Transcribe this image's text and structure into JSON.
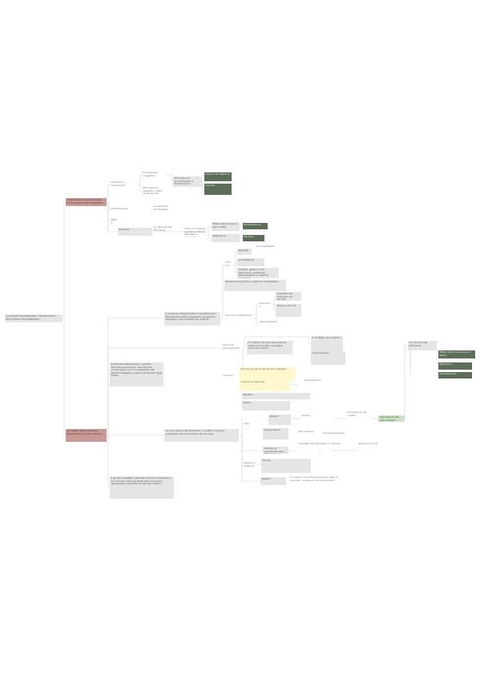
{
  "colors": {
    "line": "#d0d0d0",
    "grey": "#e5e5e5",
    "dark": "#5c6e58",
    "rose": "#c99a95",
    "light": "#cfe2c5",
    "yellow": "#fff8cf"
  },
  "mindmap": {
    "root": "LA LEGGE FALLIMENTARE: ORGANI DELLA PROCEDURA FALLIMENTARE",
    "n1": "Il fallimento come procedura concorsuale di tipo liquidativo",
    "n1a": "Caratteri e presupposti",
    "n1a1": "Presupposto soggettivo",
    "n1a2": "Presupposto oggettivo: stato di insolvenza",
    "n1a3": "Procedura di accertamento e dichiarazione",
    "n1a4": "Istanza del debitore",
    "n1a5": "Decreto",
    "n1a6": "Pubblicazione",
    "n1b": "La sentenza dichiarativa",
    "n1b1": "Effetti della sentenza e termine per il reclamo avverso la sentenza",
    "n1c": "Reclamo",
    "n1d": "La chiusura del fallimento",
    "n1d1": "Cause di chiusura: ripartizione finale dell'attivo e concordato",
    "n1d2": "Effetti della chiusura per il fallito",
    "n1d3": "Riapertura",
    "n1d4": "Esdebitazione",
    "n1d5": "Reclamo",
    "n2": "Gli organi della procedura fallimentare e le loro funzioni",
    "n2a": "Il tribunale fallimentare: investito dell'intera procedura, decide sulle controversie non di competenza del giudice delegato e vigila sull'operato degli organi",
    "n2b": "Il giudice delegato: esercita funzioni di vigilanza e di controllo sulla regolarità della procedura fallimentare, autorizza gli atti dei curatori",
    "n2c": "Il curatore: amministratore del patrimonio fallimentare sotto la vigilanza del giudice delegato e del comitato dei creditori",
    "n2c1": "Nomina",
    "n2c2": "Requisiti",
    "n2c3": "Incompatibilità",
    "n2c4": "Accettazione",
    "n2c5": "Compiti: gestione del patrimonio, redazione dell'inventario e relazioni periodiche",
    "n2c6": "Relazione al giudice e rapporto riepilogativo",
    "n2c7": "Revoca e sostituzione",
    "n2d": "Compenso",
    "n2d1": "Liquidato dal tribunale con decreto",
    "n2d2": "Spese e acconti",
    "n2e": "Responsabilità",
    "n2e1": "Azione di responsabilità",
    "n2e2": "Il curatore non può assumere la veste di avvocato, né essere nominato arbitro",
    "n2f": "Il comitato dei creditori",
    "n2f1": "Composizione",
    "n2f2": "Funzioni",
    "n2f3": "Nomina da parte del giudice delegato",
    "n2f4": "Compiti di vigilanza",
    "n2f5": "Autorizzazioni",
    "n2f6": "Reclami",
    "n2f7": "Parere",
    "n2f8": "Voto",
    "n2g": "La conclusione del fallimento: i creditori vengono soddisfatti secondo l'ordine dei privilegi",
    "n2h": "Riparto",
    "n2i": "Ordine",
    "side1": "Decreto di esecutività dello stato passivo",
    "side2": "Domande tardive",
    "side3": "Revocazione",
    "side4": "Impugnazioni",
    "side5": "Opposizione allo stato passivo",
    "side6": "Ammissione del credito"
  }
}
